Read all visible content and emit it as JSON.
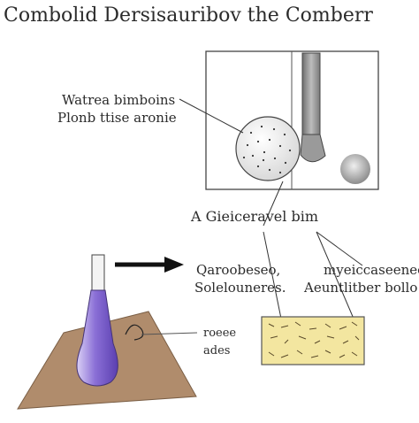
{
  "title": "Combolid Dersisauribov the Comberr",
  "labels": {
    "top_left_line1": "Watrea bimboins",
    "top_left_line2": "Plonb ttise aronie",
    "mid_right": "A Gieiceravel bim",
    "center_line1": "Qaroobeseo,",
    "center_line2": "Solelouneres.",
    "right_line1": "myeiccaseeneo",
    "right_line2": "Aeuntlitber bollo",
    "bottom_line1": "roeee",
    "bottom_line2": "ades"
  },
  "colors": {
    "flask_fill": "#8a6fd6",
    "surface": "#b08c6c",
    "slab": "#f3e6a0",
    "arrow": "#111111"
  }
}
